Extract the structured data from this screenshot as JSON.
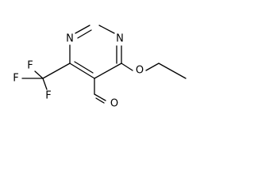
{
  "molecule": {
    "atoms": {
      "ring_n_top": "N",
      "ring_n_right": "N",
      "ether_o": "O",
      "aldehyde_o": "O",
      "fluorine_top": "F",
      "fluorine_left": "F",
      "fluorine_bottom": "F"
    }
  }
}
